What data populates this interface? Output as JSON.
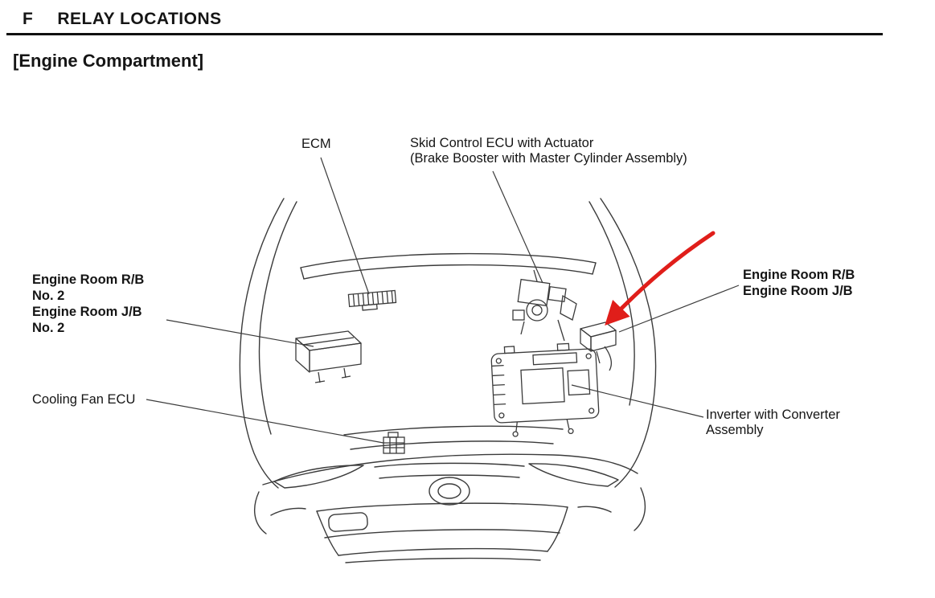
{
  "page": {
    "title_letter": "F",
    "title": "RELAY LOCATIONS",
    "subtitle": "[Engine Compartment]"
  },
  "colors": {
    "text": "#151515",
    "line": "#3b3b3b",
    "arrow": "#e01e1a"
  },
  "labels": {
    "ecm": "ECM",
    "skid_line1": "Skid Control ECU with Actuator",
    "skid_line2": "(Brake Booster with Master Cylinder Assembly)",
    "left_rb_line1": "Engine Room R/B",
    "left_rb_line2": "No. 2",
    "left_rb_line3": "Engine Room J/B",
    "left_rb_line4": "No. 2",
    "right_rb_line1": "Engine Room R/B",
    "right_rb_line2": "Engine Room J/B",
    "cooling_fan": "Cooling Fan ECU",
    "inverter_line1": "Inverter with Converter",
    "inverter_line2": "Assembly"
  },
  "icons": {
    "red_arrow": "annotation-arrow-pointing-to-engine-room-rb-jb"
  }
}
